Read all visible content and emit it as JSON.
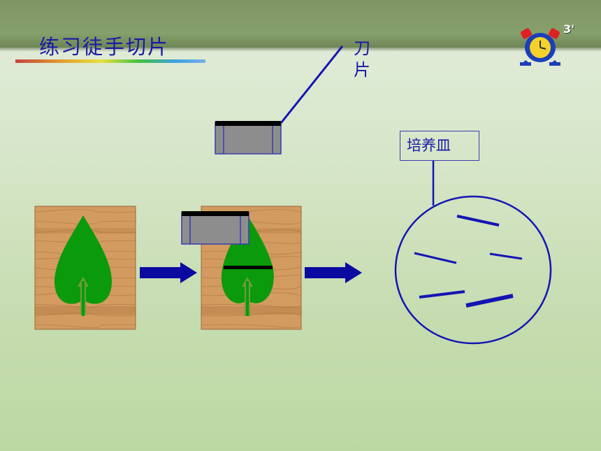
{
  "slide": {
    "title": "练习徒手切片",
    "timer_badge": "3'",
    "blade_label": "刀片",
    "dish_label": "培养皿"
  },
  "colors": {
    "title_text": "#1a1aa6",
    "arrow": "#0a0aa0",
    "leaf": "#0b9a0b",
    "wood": "#d29a5e",
    "blade_body": "#8a8a8a",
    "blade_edge": "#000000",
    "dish_outline": "#1414b4",
    "slice": "#1414b4"
  }
}
